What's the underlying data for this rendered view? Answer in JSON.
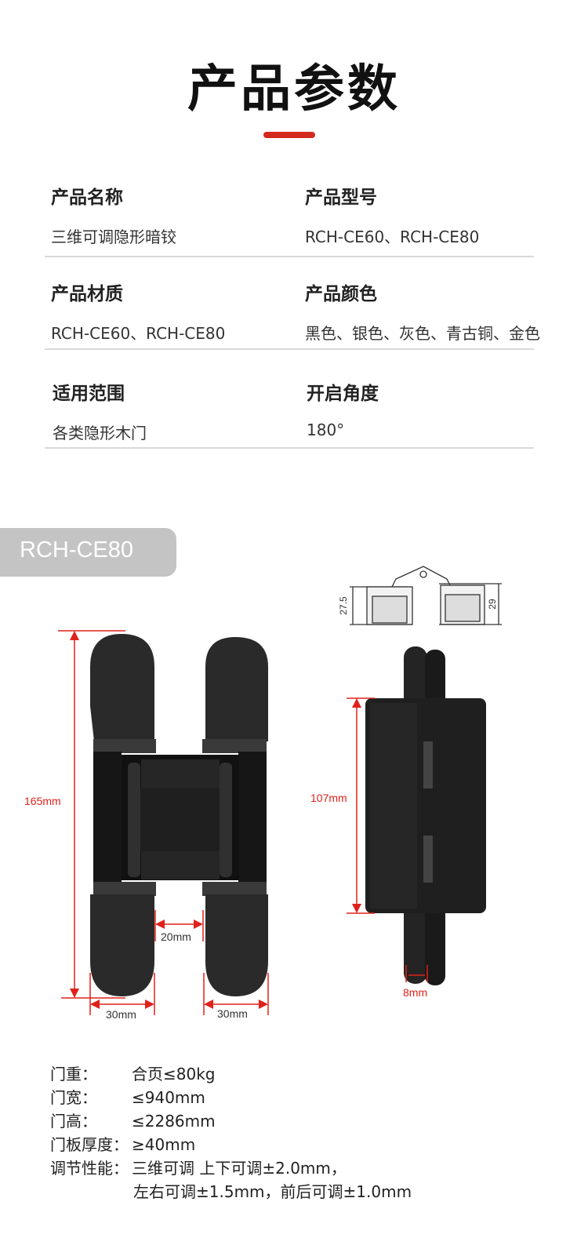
{
  "header": {
    "title": "产品参数"
  },
  "specs": {
    "name": {
      "label": "产品名称",
      "value": "三维可调隐形暗铰"
    },
    "model": {
      "label": "产品型号",
      "value": "RCH-CE60、RCH-CE80"
    },
    "material": {
      "label": "产品材质",
      "value": "RCH-CE60、RCH-CE80"
    },
    "color": {
      "label": "产品颜色",
      "value": "黑色、银色、灰色、青古铜、金色"
    },
    "scope": {
      "label": "适用范围",
      "value": "各类隐形木门"
    },
    "angle": {
      "label": "开启角度",
      "value": "180°"
    }
  },
  "model_tab": {
    "label": "RCH-CE80"
  },
  "diagram": {
    "height": "165mm",
    "gap": "20mm",
    "leaf_left": "30mm",
    "leaf_right": "30mm",
    "side_height": "107mm",
    "thickness": "8mm",
    "top_left": "27.5",
    "top_right": "29"
  },
  "params": [
    {
      "key": "门重：",
      "value": "合页≤80kg"
    },
    {
      "key": "门宽：",
      "value": "≤940mm"
    },
    {
      "key": "门高：",
      "value": "≤2286mm"
    },
    {
      "key": "门板厚度：",
      "value": "≥40mm"
    },
    {
      "key": "调节性能：",
      "value": "三维可调 上下可调±2.0mm，"
    }
  ],
  "params_cont": "左右可调±1.5mm，前后可调±1.0mm",
  "colors": {
    "accent": "#d32a1d",
    "dim": "#e0211b",
    "hinge": "#1c1c1c"
  }
}
